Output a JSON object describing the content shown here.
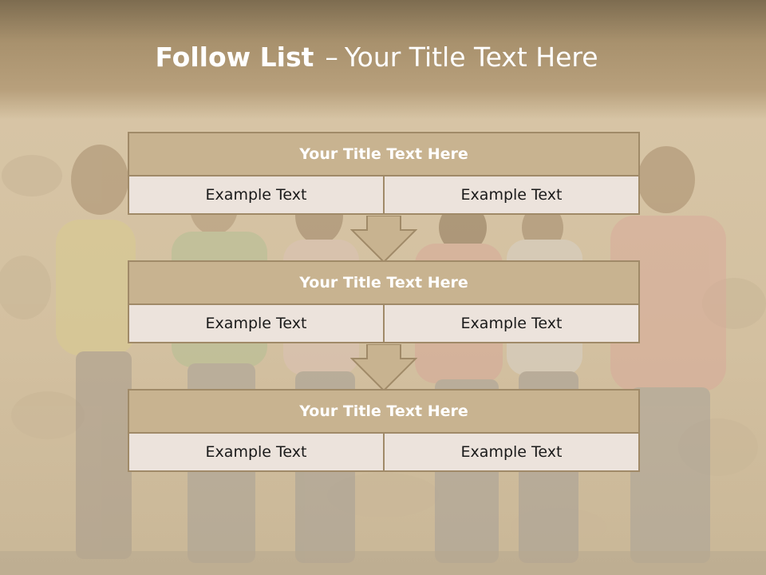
{
  "title": {
    "bold": "Follow List",
    "dash": "–",
    "rest": "Your Title Text Here"
  },
  "blocks": [
    {
      "title": "Your Title Text Here",
      "cells": [
        "Example Text",
        "Example Text"
      ]
    },
    {
      "title": "Your Title Text Here",
      "cells": [
        "Example Text",
        "Example Text"
      ]
    },
    {
      "title": "Your Title Text Here",
      "cells": [
        "Example Text",
        "Example Text"
      ]
    }
  ],
  "colors": {
    "header_band": "#8a7656",
    "block_title_fill": "#c8b390",
    "block_border": "#a08a68",
    "cell_fill": "#ece3dc",
    "arrow_fill": "#c8b390"
  }
}
